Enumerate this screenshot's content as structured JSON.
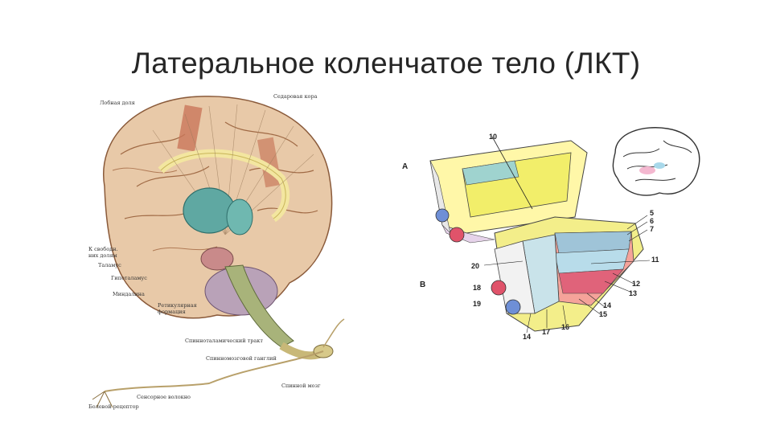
{
  "slide": {
    "title": "Латеральное коленчатое тело (ЛКТ)"
  },
  "left_figure": {
    "labels": {
      "top_left": "Лобная доля",
      "top_right": "Седаровая кора",
      "mid1": "К свободн.",
      "mid2": "них долям",
      "thalamus": "Таламус",
      "hypothalamus": "Гипоталамус",
      "amygdala": "Миндалина",
      "reticular1": "Ретикулярная",
      "reticular2": "формация",
      "tract": "Спинноталамический тракт",
      "lemniscal": "Спинномозговой ганглий",
      "spinal_cord": "Спинной мозг",
      "receptor": "Сенсорное волокно",
      "skin_receptor": "Болевой рецептор"
    }
  },
  "right_figure": {
    "letters": {
      "a": "А",
      "b": "В"
    },
    "numbers": {
      "n10": "10",
      "n5": "5",
      "n6": "6",
      "n7": "7",
      "n11": "11",
      "n12": "12",
      "n13": "13",
      "n14a": "14",
      "n15": "15",
      "n16": "16",
      "n17": "17",
      "n14b": "14",
      "n18": "18",
      "n19": "19",
      "n20": "20"
    }
  }
}
